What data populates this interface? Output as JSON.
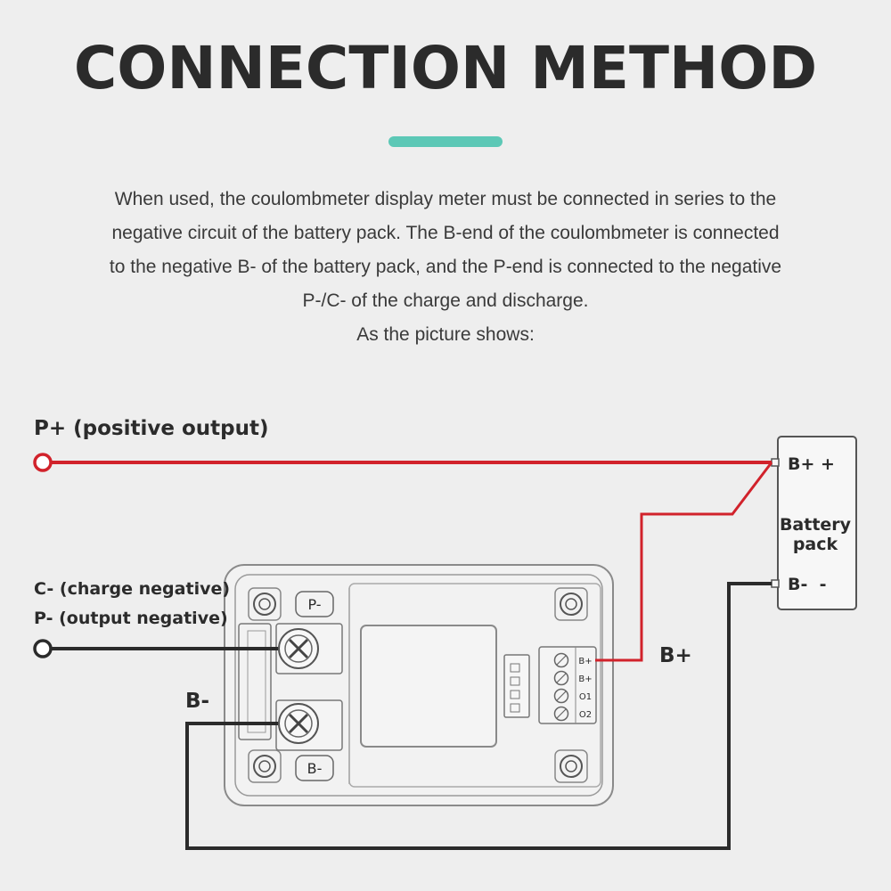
{
  "title": "CONNECTION METHOD",
  "colors": {
    "accent": "#5cc8b6",
    "positive_wire": "#d1222b",
    "negative_wire": "#2b2b2b",
    "background": "#eeeeee"
  },
  "description": {
    "lines": [
      "When used, the coulombmeter display meter must be connected in series to the",
      "negative circuit of the battery pack. The B-end of the coulombmeter is connected",
      "to the negative B- of the battery pack, and the P-end is connected to the negative",
      "P-/C- of the charge and discharge.",
      "As the picture shows:"
    ]
  },
  "diagram": {
    "p_plus_label": "P+ (positive output)",
    "c_minus_label": "C- (charge negative)",
    "p_minus_label": "P- (output negative)",
    "b_minus_label": "B-",
    "b_plus_label": "B+",
    "battery": {
      "top_terminal": "B+ +",
      "name_line1": "Battery",
      "name_line2": "pack",
      "bottom_terminal": "B-  -"
    },
    "meter": {
      "p_terminal": "P-",
      "b_terminal": "B-",
      "connector_pins": [
        "B+",
        "B+",
        "O1",
        "O2"
      ]
    }
  }
}
